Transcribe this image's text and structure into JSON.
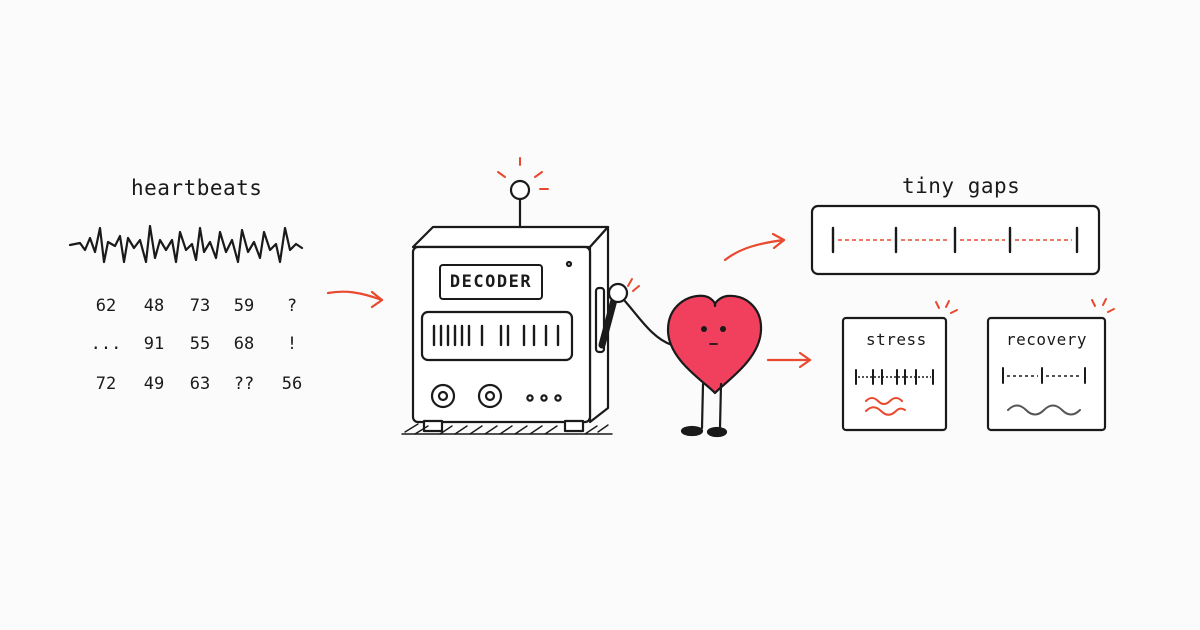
{
  "colors": {
    "ink": "#1a1a1a",
    "accent": "#e8492f",
    "heart": "#f0405d",
    "background": "#fbfbfb"
  },
  "left": {
    "title": "heartbeats",
    "rows": [
      [
        "62",
        "48",
        "73",
        "59",
        "?"
      ],
      [
        "...",
        "91",
        "55",
        "68",
        "!"
      ],
      [
        "72",
        "49",
        "63",
        "??",
        "56"
      ]
    ]
  },
  "machine": {
    "label": "DECODER"
  },
  "right": {
    "gaps_title": "tiny gaps",
    "cards": [
      {
        "label": "stress"
      },
      {
        "label": "recovery"
      }
    ]
  }
}
